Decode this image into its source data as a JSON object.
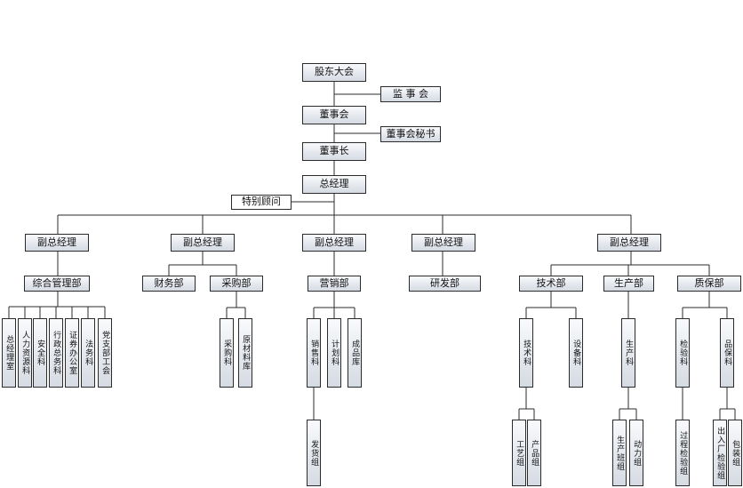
{
  "org": {
    "shareholders": "股东大会",
    "supervisors": "监 事 会",
    "board": "董事会",
    "board_secretary": "董事会秘书",
    "chairman": "董事长",
    "general_manager": "总经理",
    "special_advisor": "特别顾问",
    "deputy_gm": [
      "副总经理",
      "副总经理",
      "副总经理",
      "副总经理",
      "副总经理"
    ],
    "departments": {
      "general_management": "综合管理部",
      "finance": "财务部",
      "purchasing": "采购部",
      "marketing": "营销部",
      "rnd": "研发部",
      "technology": "技术部",
      "production": "生产部",
      "quality": "质保部"
    },
    "sections": {
      "general_mgmt": [
        "总经理室",
        "人力资源科",
        "安全科",
        "行政总务科",
        "证券办公室",
        "法务科",
        "党支部工会"
      ],
      "purchasing": [
        "采购科",
        "原材料库"
      ],
      "marketing": [
        "销售科",
        "计划科",
        "成品库"
      ],
      "marketing_sub": "发货组",
      "technology": [
        "技术科",
        "设备科"
      ],
      "technology_sub": [
        "工艺组",
        "产品组"
      ],
      "production": "生产科",
      "production_sub": [
        "生产班组",
        "动力组"
      ],
      "quality": [
        "检验科",
        "品保科"
      ],
      "quality_sub": [
        "过程检验组",
        "出入厂检验组",
        "包装组"
      ]
    }
  }
}
